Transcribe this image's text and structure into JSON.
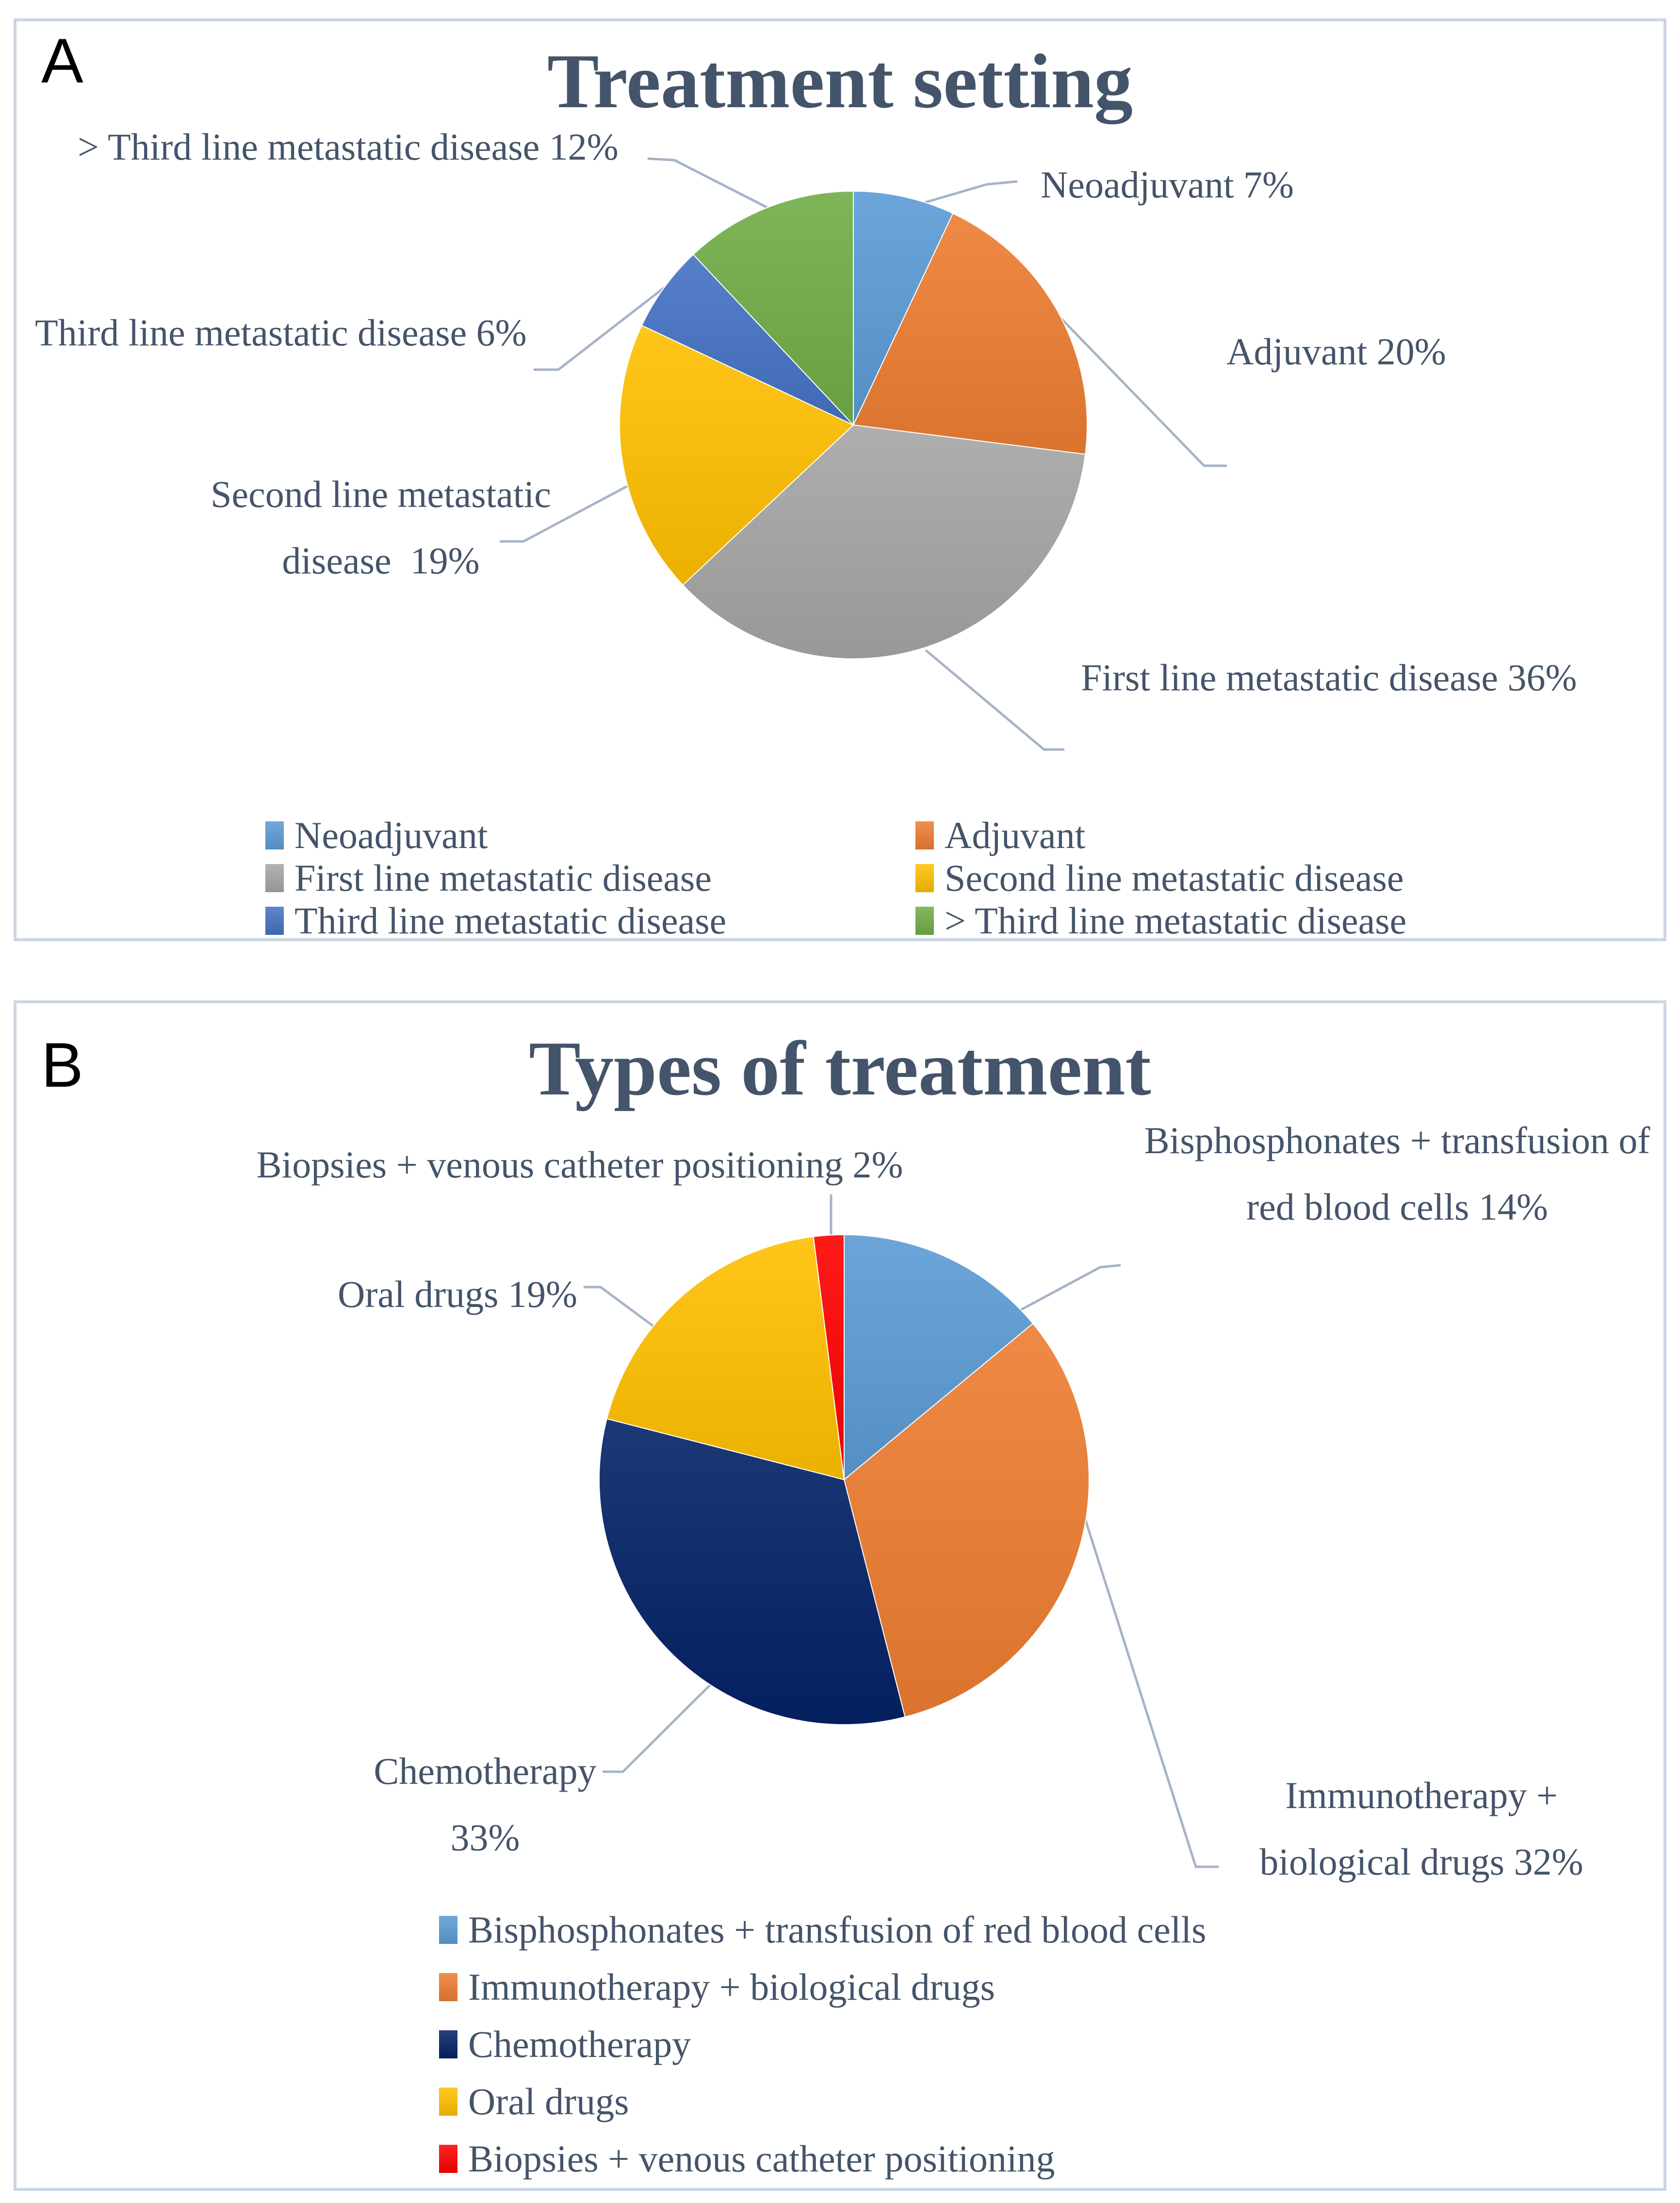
{
  "page": {
    "background": "#ffffff",
    "text_color": "#44546A",
    "leader_line_color": "#A6B3C8",
    "panel_border_color": "#CBD5E3"
  },
  "chart_data": [
    {
      "type": "pie",
      "panel_label": "A",
      "title": "Treatment setting",
      "legend_position": "bottom-two-columns",
      "slices": [
        {
          "label": "Neoadjuvant",
          "value": 7,
          "color": "#5B9BD5",
          "callout_lines": [
            "Neoadjuvant 7%"
          ]
        },
        {
          "label": "Adjuvant",
          "value": 20,
          "color": "#ED7D31",
          "callout_lines": [
            "Adjuvant 20%"
          ]
        },
        {
          "label": "First line metastatic disease",
          "value": 36,
          "color": "#A5A5A5",
          "callout_lines": [
            "First line metastatic disease 36%"
          ]
        },
        {
          "label": "Second line metastatic disease",
          "value": 19,
          "color": "#FFC000",
          "callout_lines": [
            "Second line metastatic",
            "disease  19%"
          ]
        },
        {
          "label": "Third line metastatic disease",
          "value": 6,
          "color": "#4472C4",
          "callout_lines": [
            "Third line metastatic disease 6%"
          ]
        },
        {
          "label": "> Third line metastatic disease",
          "value": 12,
          "color": "#70AD47",
          "callout_lines": [
            "> Third line metastatic disease 12%"
          ]
        }
      ]
    },
    {
      "type": "pie",
      "panel_label": "B",
      "title": "Types of treatment",
      "legend_position": "bottom-single-column",
      "slices": [
        {
          "label": "Bisphosphonates + transfusion of red blood cells",
          "value": 14,
          "color": "#5B9BD5",
          "callout_lines": [
            "Bisphosphonates + transfusion of",
            "red blood cells 14%"
          ]
        },
        {
          "label": "Immunotherapy + biological drugs",
          "value": 32,
          "color": "#ED7D31",
          "callout_lines": [
            "Immunotherapy +",
            "biological drugs 32%"
          ]
        },
        {
          "label": "Chemotherapy",
          "value": 33,
          "color": "#032266",
          "callout_lines": [
            "Chemotherapy",
            "33%"
          ]
        },
        {
          "label": "Oral drugs",
          "value": 19,
          "color": "#FFC000",
          "callout_lines": [
            "Oral drugs 19%"
          ]
        },
        {
          "label": "Biopsies + venous catheter positioning",
          "value": 2,
          "color": "#FF0000",
          "callout_lines": [
            "Biopsies + venous catheter positioning 2%"
          ]
        }
      ]
    }
  ]
}
